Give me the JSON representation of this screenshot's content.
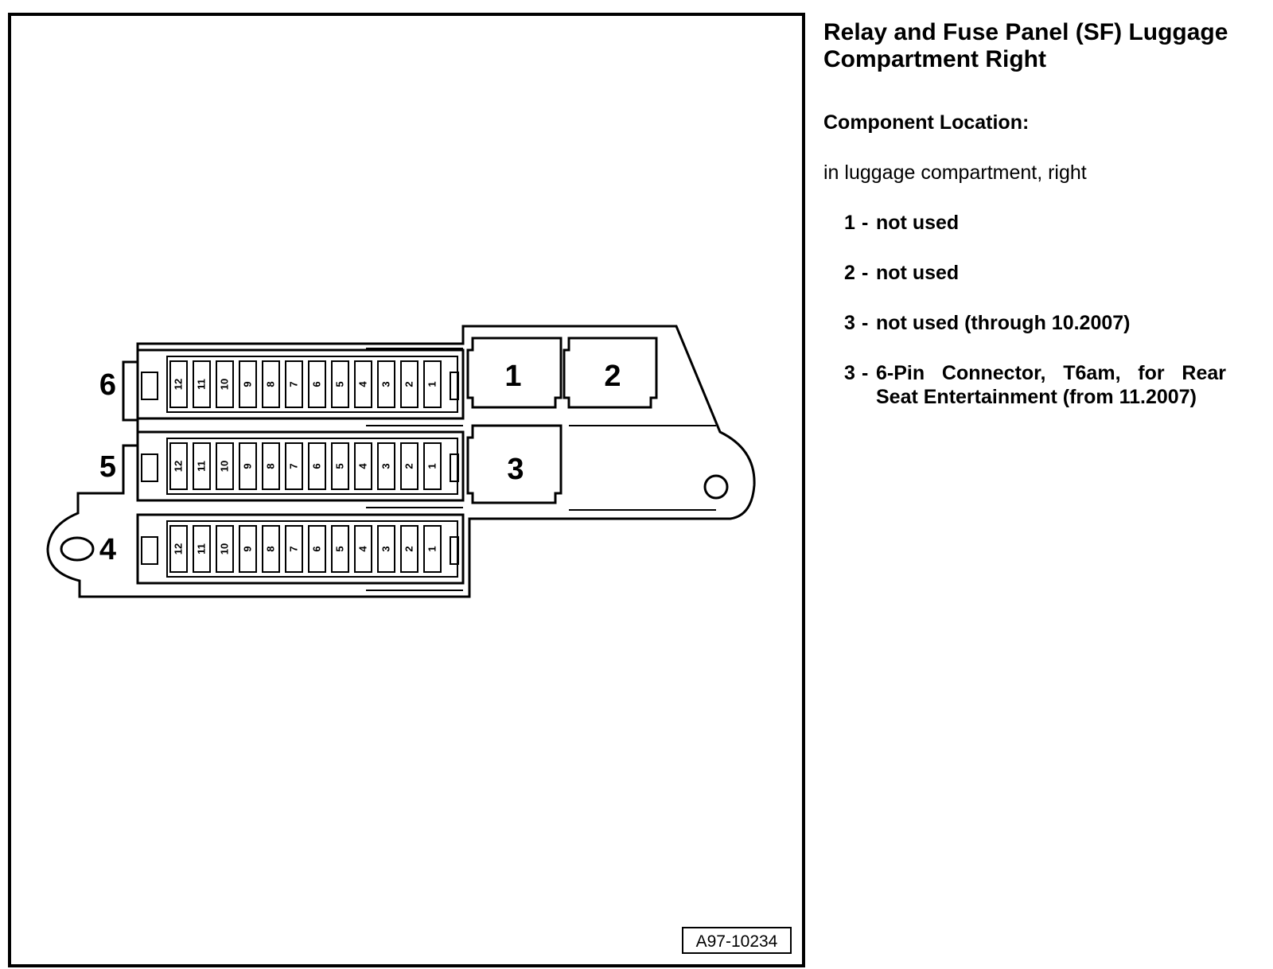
{
  "title": "Relay and Fuse Panel (SF) Luggage Compartment Right",
  "component_location_heading": "Component Location:",
  "component_location_text": "in luggage compartment, right",
  "legend_items": [
    {
      "number": "1",
      "text": "not used"
    },
    {
      "number": "2",
      "text": "not used"
    },
    {
      "number": "3",
      "text": "not used (through 10.2007)"
    },
    {
      "number": "3",
      "text": "6-Pin Connector, T6am, for Rear Seat Entertainment (from 11.2007)"
    }
  ],
  "fuse_rows": [
    {
      "label": "6",
      "fuses": [
        "12",
        "11",
        "10",
        "9",
        "8",
        "7",
        "6",
        "5",
        "4",
        "3",
        "2",
        "1"
      ]
    },
    {
      "label": "5",
      "fuses": [
        "12",
        "11",
        "10",
        "9",
        "8",
        "7",
        "6",
        "5",
        "4",
        "3",
        "2",
        "1"
      ]
    },
    {
      "label": "4",
      "fuses": [
        "12",
        "11",
        "10",
        "9",
        "8",
        "7",
        "6",
        "5",
        "4",
        "3",
        "2",
        "1"
      ]
    }
  ],
  "relay_positions": [
    "1",
    "2",
    "3"
  ],
  "figure_id": "A97-10234"
}
